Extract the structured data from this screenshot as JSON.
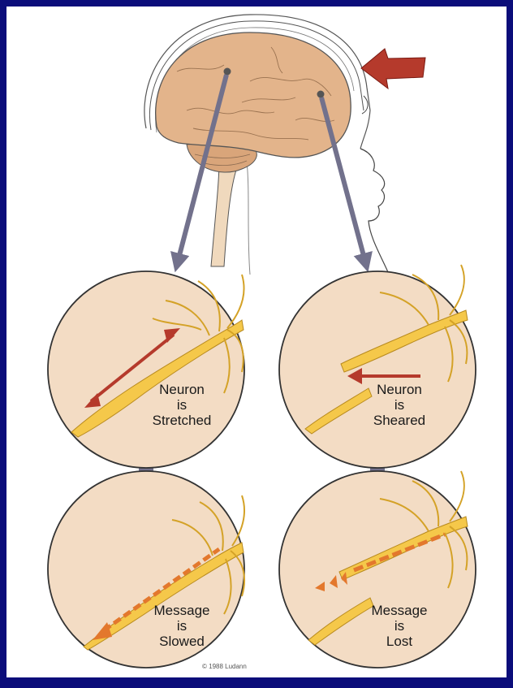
{
  "panels": {
    "stretched": {
      "line1": "Neuron",
      "line2": "is",
      "line3": "Stretched"
    },
    "sheared": {
      "line1": "Neuron",
      "line2": "is",
      "line3": "Sheared"
    },
    "slowed": {
      "line1": "Message",
      "line2": "is",
      "line3": "Slowed"
    },
    "lost": {
      "line1": "Message",
      "line2": "is",
      "line3": "Lost"
    }
  },
  "copyright": "© 1988 Ludann",
  "colors": {
    "background": "#0b0d7a",
    "brain": "#e3b48b",
    "circle_fill": "#f3dcc4",
    "neuron": "#f5c84a",
    "arrow_red": "#b53a2c",
    "arrow_gray": "#72718c"
  }
}
